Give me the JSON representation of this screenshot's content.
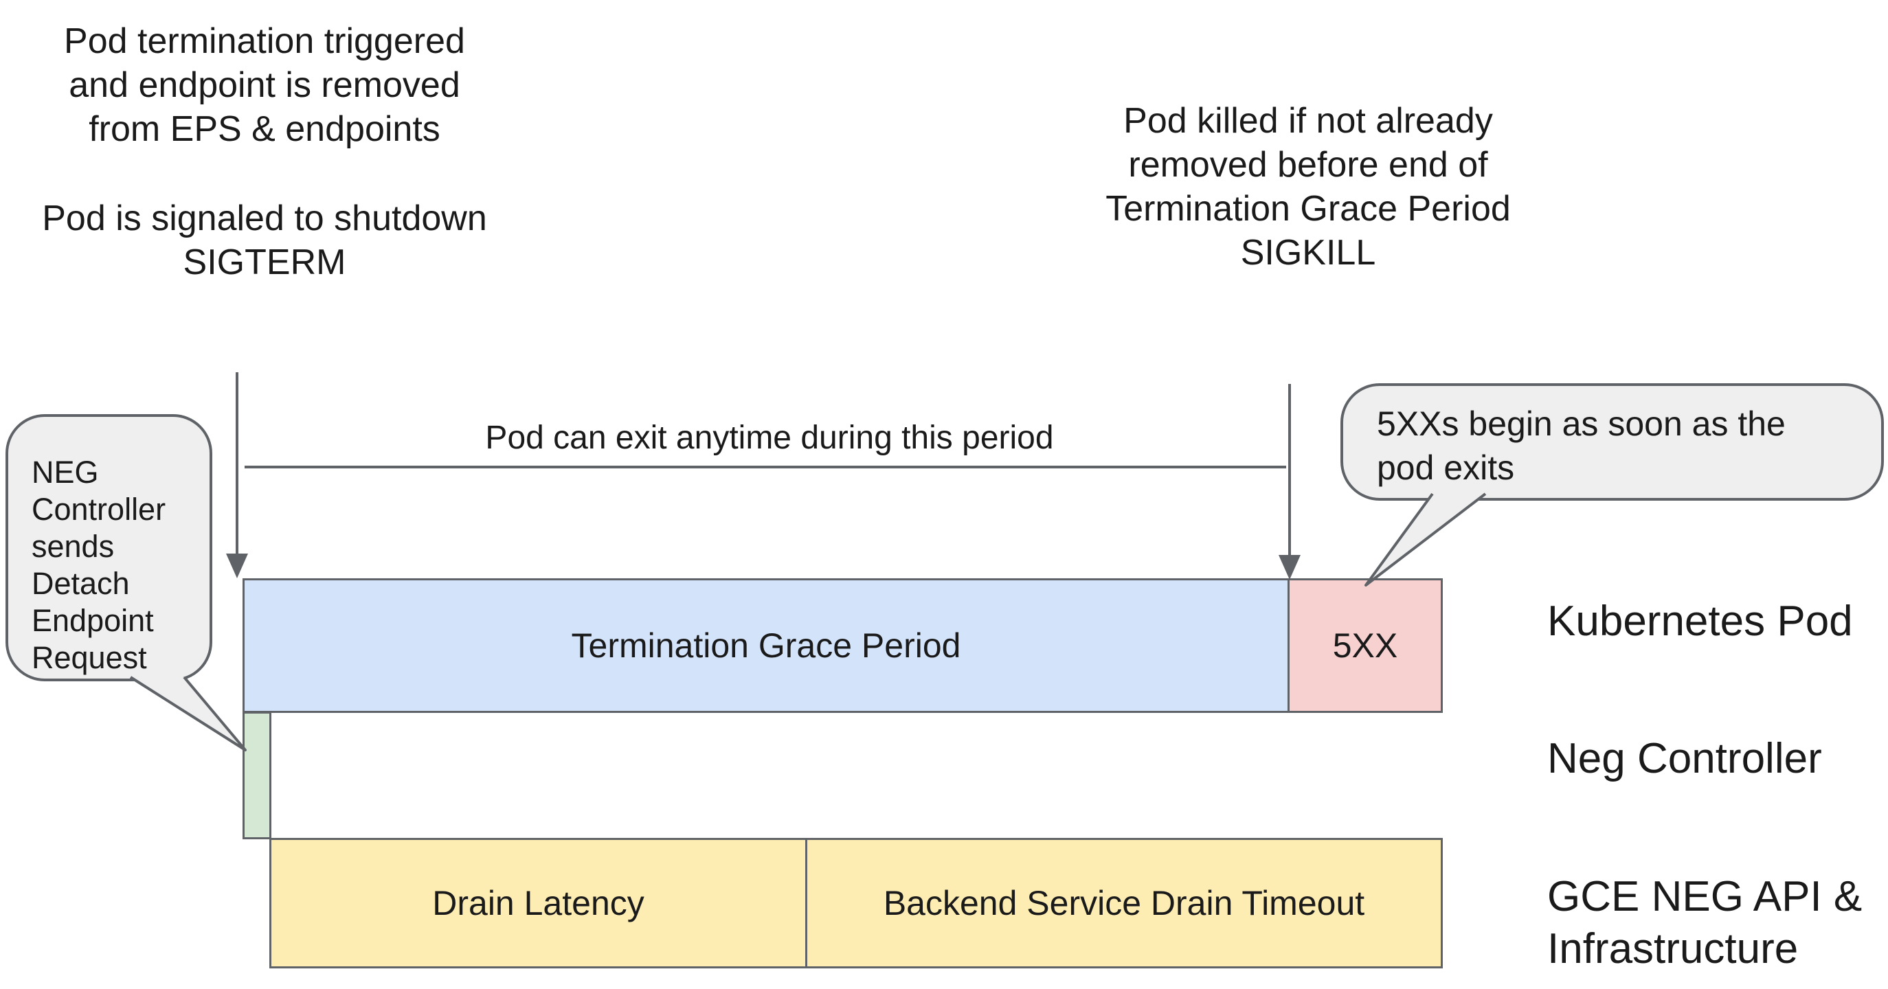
{
  "page": {
    "title": "Kubernetes pod termination / NEG drain timeline diagram"
  },
  "colors": {
    "grace_period_bar": "#d3e3fa",
    "five_xx_bar": "#f7d0d0",
    "detach_bar": "#d5e8d4",
    "drain_bar": "#fdedb3",
    "bubble_fill": "#efefef",
    "line_stroke": "#5f6368",
    "text": "#1a1a1a"
  },
  "annotations": {
    "pod_termination": {
      "lines": [
        "Pod termination triggered",
        "and endpoint is removed",
        "from EPS & endpoints"
      ]
    },
    "pod_signaled": {
      "lines": [
        "Pod is signaled to shutdown",
        "SIGTERM"
      ]
    },
    "pod_killed": {
      "lines": [
        "Pod killed if not already",
        "removed before end of",
        "Termination Grace Period",
        "SIGKILL"
      ]
    },
    "period_note": "Pod can exit anytime during this period"
  },
  "bubbles": {
    "neg_controller": {
      "lines": [
        "NEG",
        "Controller",
        "sends",
        "Detach",
        "Endpoint",
        "Request"
      ]
    },
    "five_xx": {
      "lines": [
        "5XXs begin as soon as the",
        "pod exits"
      ]
    }
  },
  "timeline": {
    "kubernetes_pod": {
      "grace_label": "Termination Grace Period",
      "five_xx_label": "5XX",
      "row_label": "Kubernetes Pod"
    },
    "neg_controller": {
      "row_label": "Neg Controller"
    },
    "gce": {
      "drain_latency_label": "Drain Latency",
      "drain_timeout_label": "Backend Service Drain Timeout",
      "row_label_lines": [
        "GCE NEG API &",
        "Infrastructure"
      ]
    }
  }
}
